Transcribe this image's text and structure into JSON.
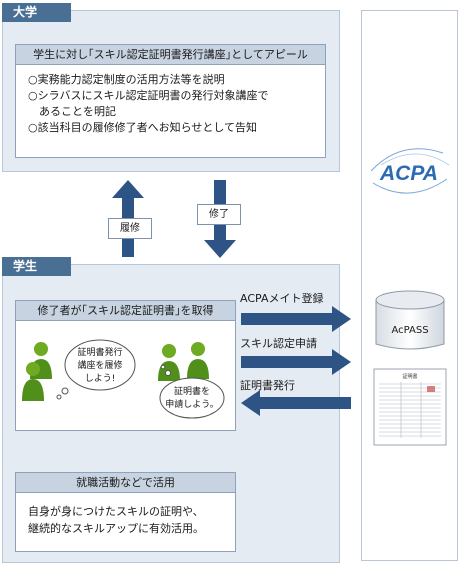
{
  "university": {
    "tab": "大学",
    "box_title": "学生に対し｢スキル認定証明書発行講座｣としてアピール",
    "items": [
      "○実務能力認定制度の活用方法等を説明",
      "○シラバスにスキル認定証明書の発行対象講座で",
      "　あることを明記",
      "○該当科目の履修修了者へお知らせとして告知"
    ]
  },
  "arrows": {
    "up_label": "履修",
    "down_label": "修了"
  },
  "student": {
    "tab": "学生",
    "box_title": "修了者が｢スキル認定証明書｣を取得",
    "bubble1": [
      "証明書発行",
      "講座を履修",
      "しよう!"
    ],
    "bubble2": [
      "証明書を",
      "申請しよう。"
    ],
    "job_title": "就職活動などで活用",
    "job_body": [
      "自身が身につけたスキルの証明や、",
      "継続的なスキルアップに有効活用。"
    ]
  },
  "flows": {
    "register": "ACPAメイト登録",
    "apply": "スキル認定申請",
    "issue": "証明書発行"
  },
  "acpa": {
    "logo_text": "ACPA",
    "db_label": "AcPASS",
    "document_title": "証明書"
  },
  "colors": {
    "tab": "#4a6f95",
    "panel": "#e5ebf2",
    "arrow": "#2d5484",
    "logo": "#2a6bb3"
  }
}
